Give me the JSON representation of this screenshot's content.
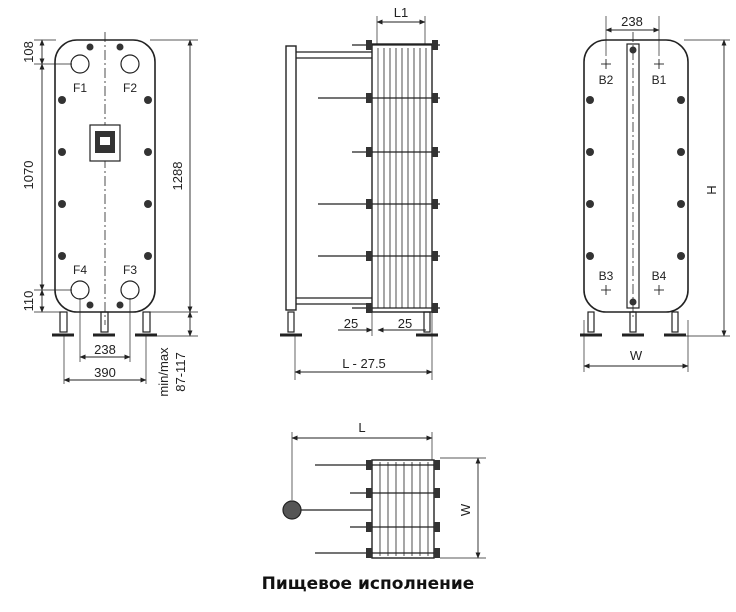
{
  "caption": "Пищевое исполнение",
  "front_view": {
    "dims": {
      "top_offset": "108",
      "mid_height": "1070",
      "total_height": "1288",
      "bottom_offset": "110",
      "port_spacing": "238",
      "width": "390",
      "foot_label": "min/max",
      "foot_range": "87-117"
    },
    "ports": {
      "f1": "F1",
      "f2": "F2",
      "f3": "F3",
      "f4": "F4"
    }
  },
  "side_view": {
    "dims": {
      "l1": "L1",
      "left_gap": "25",
      "right_gap": "25",
      "length": "L - 27.5"
    }
  },
  "back_view": {
    "dims": {
      "port_spacing": "238",
      "height": "H",
      "width": "W"
    },
    "ports": {
      "b1": "B1",
      "b2": "B2",
      "b3": "B3",
      "b4": "B4"
    }
  },
  "top_view": {
    "dims": {
      "length": "L",
      "width": "W"
    }
  }
}
